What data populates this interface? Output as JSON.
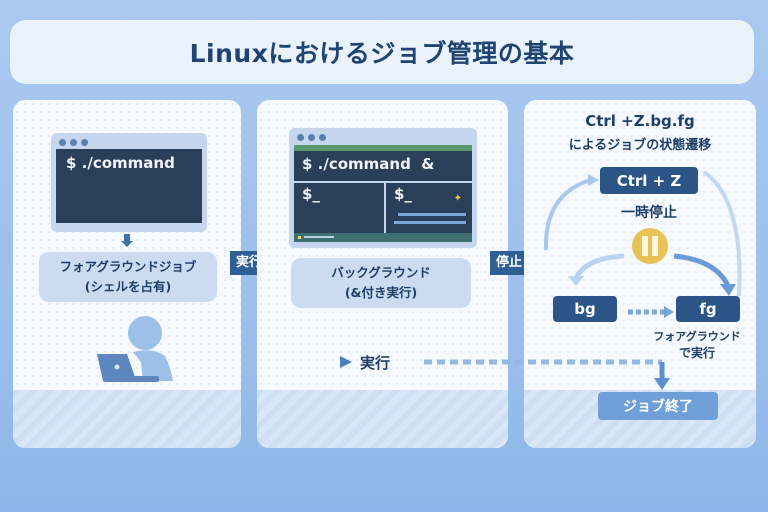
{
  "title": "Linuxにおけるジョブ管理の基本",
  "panel_foreground": {
    "terminal_command": "$ ./command",
    "label_line1": "フォアグラウンドジョブ",
    "label_line2": "(シェルを占有)"
  },
  "arrow_run": "実行",
  "panel_background": {
    "terminal_command": "$ ./command  &",
    "prompt_left": "$_",
    "prompt_right": "$_",
    "label_line1": "バックグラウンド",
    "label_line2": "(&付き実行)"
  },
  "arrow_stop": "停止",
  "panel_transition": {
    "heading_line1": "Ctrl +Z.bg.fg",
    "heading_line2": "によるジョブの状態遷移",
    "ctrl_z_label": "Ctrl + Z",
    "pause_label": "一時停止",
    "bg_label": "bg",
    "fg_label": "fg",
    "fg_caption_line1": "フォアグラウンド",
    "fg_caption_line2": "で実行"
  },
  "bottom_flow": {
    "run_label": "実行",
    "end_label": "ジョブ終了"
  },
  "colors": {
    "title_text": "#1f4472",
    "dark_blue": "#2b5587",
    "terminal_bg": "#2a3f59",
    "pause_yellow": "#e6c257",
    "accent_green": "#5a9a6e"
  }
}
